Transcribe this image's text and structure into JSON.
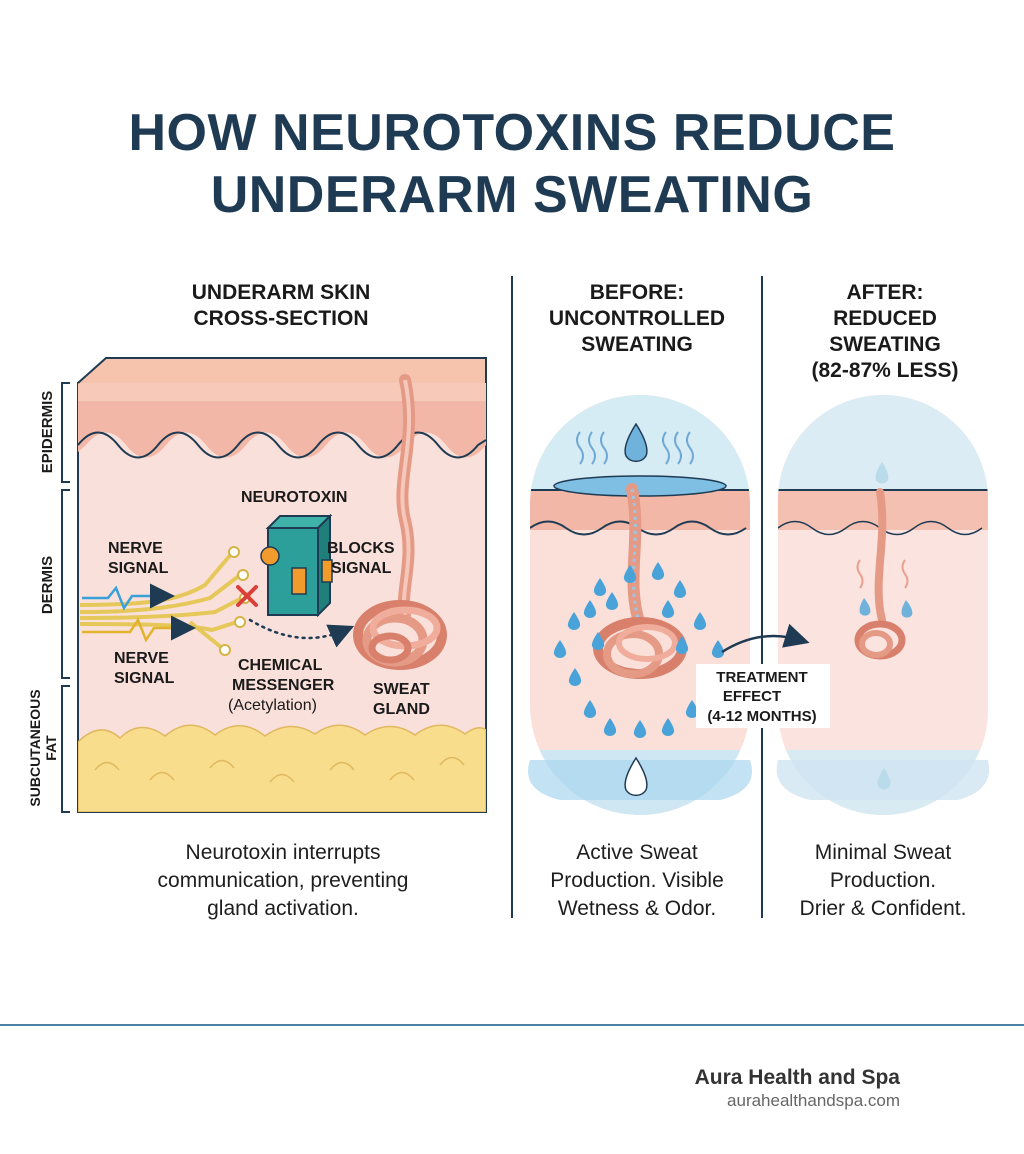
{
  "title": {
    "line1": "HOW NEUROTOXINS REDUCE",
    "line2": "UNDERARM SWEATING"
  },
  "panels": {
    "cross_section": {
      "heading_line1": "UNDERARM SKIN",
      "heading_line2": "CROSS-SECTION",
      "layers": {
        "epidermis": "EPIDERMIS",
        "dermis": "DERMIS",
        "fat_line1": "SUBCUTANEOUS",
        "fat_line2": "FAT"
      },
      "labels": {
        "neurotoxin": "NEUROTOXIN",
        "nerve_signal_top_1": "NERVE",
        "nerve_signal_top_2": "SIGNAL",
        "nerve_signal_bottom_1": "NERVE",
        "nerve_signal_bottom_2": "SIGNAL",
        "blocks_1": "BLOCKS",
        "blocks_2": "SIGNAL",
        "chemical_1": "CHEMICAL",
        "chemical_2": "MESSENGER",
        "chemical_3": "(Acetylation)",
        "gland_1": "SWEAT",
        "gland_2": "GLAND"
      },
      "caption_lines": [
        "Neurotoxin interrupts",
        "communication, preventing",
        "gland activation."
      ]
    },
    "before": {
      "heading_lines": [
        "BEFORE:",
        "UNCONTROLLED",
        "SWEATING"
      ],
      "caption_lines": [
        "Active Sweat",
        "Production. Visible",
        "Wetness & Odor."
      ]
    },
    "after": {
      "heading_lines": [
        "AFTER:",
        "REDUCED",
        "SWEATING",
        "(82-87% LESS)"
      ],
      "caption_lines": [
        "Minimal Sweat",
        "Production.",
        "Drier & Confident."
      ]
    },
    "treatment": {
      "line1": "TREATMENT",
      "line2": "EFFECT",
      "line3": "(4-12 MONTHS)"
    }
  },
  "footer": {
    "brand": "Aura Health and Spa",
    "url": "aurahealthandspa.com"
  },
  "colors": {
    "title": "#1f3b54",
    "skin_top": "#f2b9a3",
    "dermis": "#f8dcd6",
    "fat": "#f7dd8a",
    "sweat_blue": "#6fb3dc",
    "gland": "#e89a88",
    "neurotoxin": "#2c9f9a"
  }
}
